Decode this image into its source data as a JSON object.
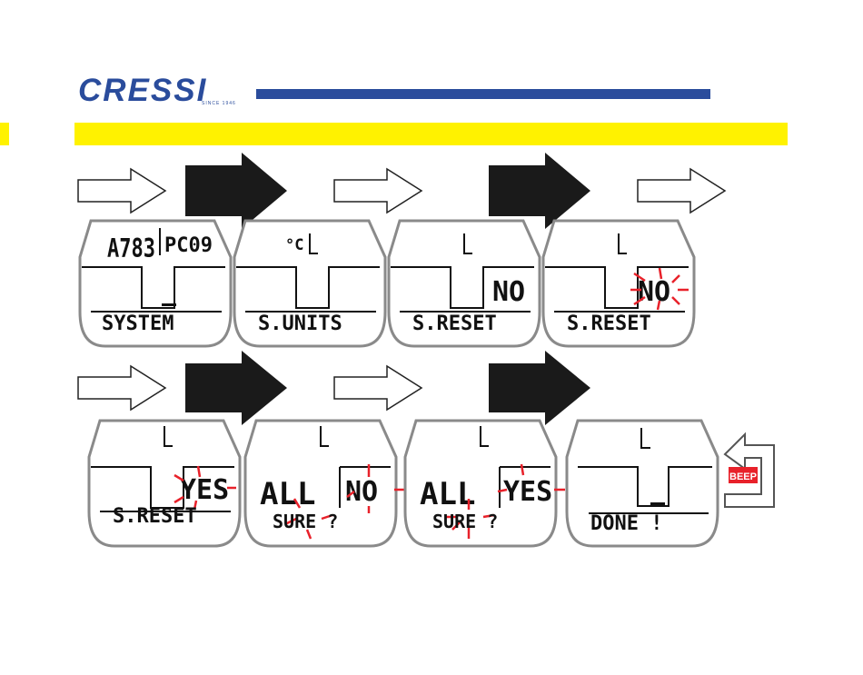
{
  "brand": {
    "logo_text": "CRESSI",
    "since": "SINCE 1946"
  },
  "colors": {
    "brand_blue": "#2a4c9c",
    "banner_yellow": "#fff200",
    "blink_red": "#e8212a",
    "arrow_black": "#1a1a1a"
  },
  "screens": [
    {
      "top_left": "A783",
      "top_right": "PC09",
      "bottom": "SYSTEM"
    },
    {
      "top_unit": "°C",
      "bottom": "S.UNITS"
    },
    {
      "value": "NO",
      "bottom": "S.RESET"
    },
    {
      "value": "NO",
      "bottom": "S.RESET",
      "blinking": true
    },
    {
      "value": "YES",
      "bottom": "S.RESET",
      "blinking": true
    },
    {
      "left_value": "ALL",
      "value": "NO",
      "bottom": "SURE ?",
      "blinking": true
    },
    {
      "left_value": "ALL",
      "value": "YES",
      "bottom": "SURE ?",
      "blinking": true
    },
    {
      "bottom": "DONE !"
    }
  ],
  "beep_label": "BEEP",
  "arrows": {
    "row1": [
      "outline",
      "filled",
      "outline",
      "filled",
      "outline"
    ],
    "row2": [
      "outline",
      "filled",
      "outline",
      "filled"
    ]
  },
  "icons": {
    "arrow_outline": "arrow-right-outline-icon",
    "arrow_filled": "arrow-right-filled-icon",
    "return": "return-arrow-icon",
    "blink": "blink-rays-icon"
  }
}
